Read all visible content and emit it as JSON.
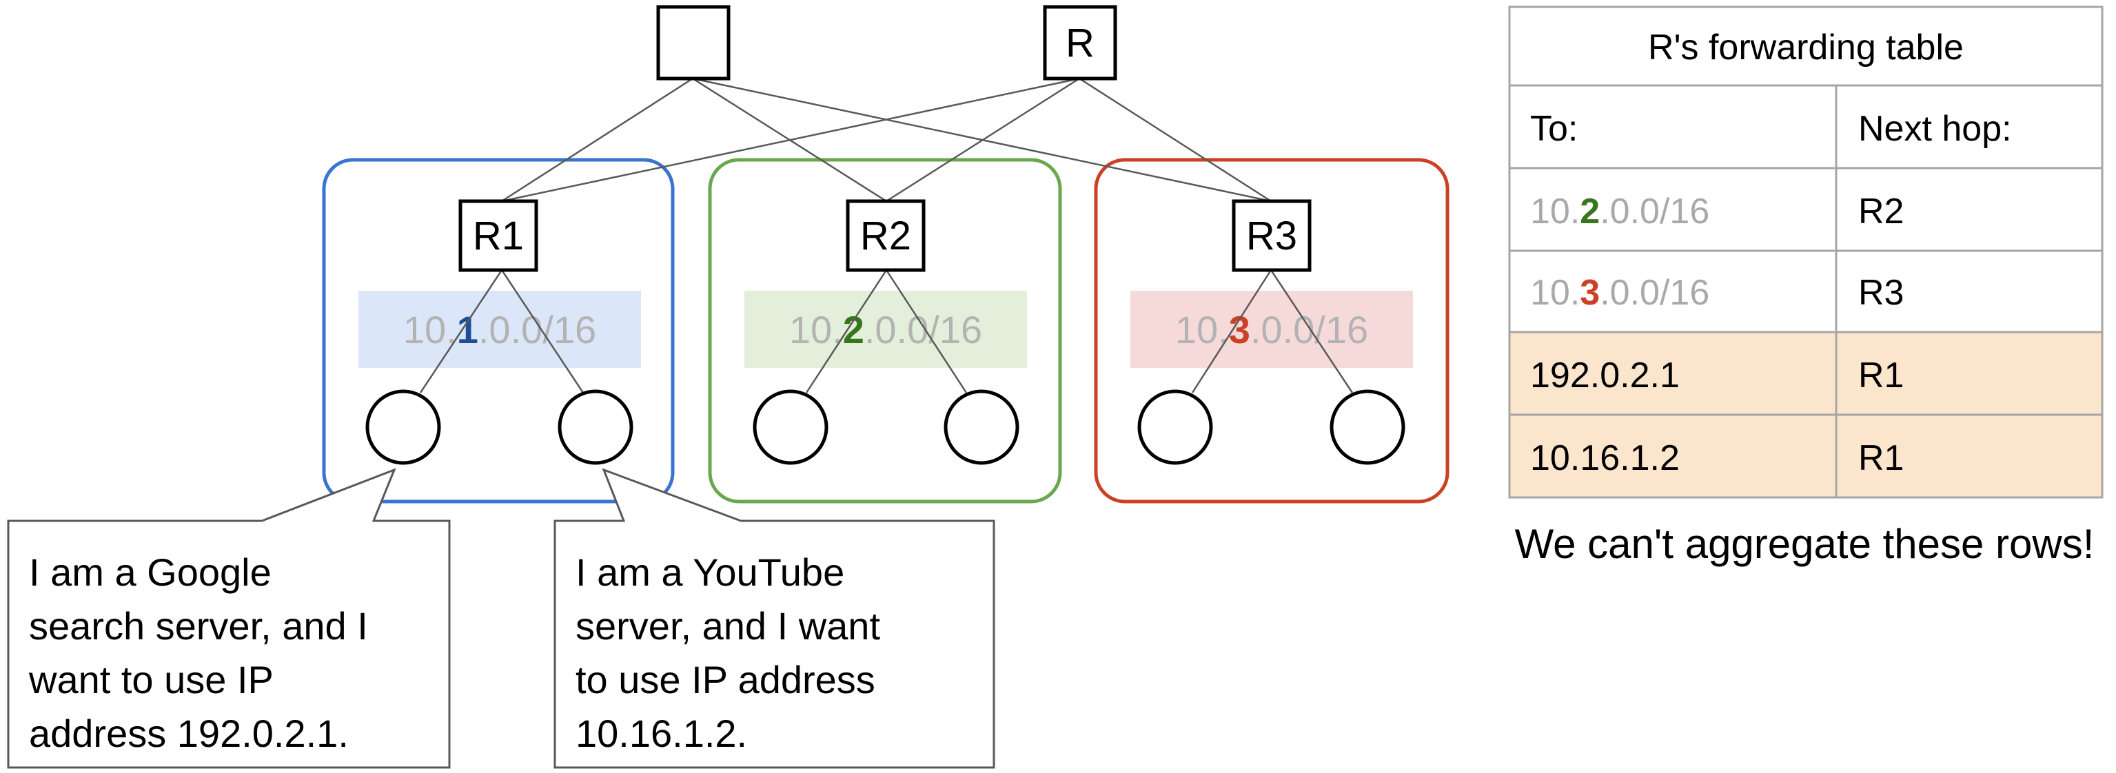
{
  "colors": {
    "blue": "#3a73d1",
    "green": "#6aa84f",
    "red": "#cc4125",
    "blue_fill": "#dbe6f8",
    "green_fill": "#e3efda",
    "red_fill": "#f6dada",
    "blue_digit": "#1f4e96",
    "green_digit": "#38761d",
    "red_digit": "#cc4125",
    "prefix_gray": "#b3b3b3",
    "row_highlight": "#fce5cd",
    "line": "#595959",
    "table_border": "#a6a6a6"
  },
  "top_routers": {
    "left_label": "",
    "right_label": "R"
  },
  "groups": [
    {
      "router": "R1",
      "prefix_pre": "10.",
      "prefix_digit": "1",
      "prefix_post": ".0.0/16"
    },
    {
      "router": "R2",
      "prefix_pre": "10.",
      "prefix_digit": "2",
      "prefix_post": ".0.0/16"
    },
    {
      "router": "R3",
      "prefix_pre": "10.",
      "prefix_digit": "3",
      "prefix_post": ".0.0/16"
    }
  ],
  "callouts": [
    {
      "lines": [
        "I am a Google",
        "search server, and I",
        "want to use IP",
        "address 192.0.2.1."
      ]
    },
    {
      "lines": [
        "I am a YouTube",
        "server, and I want",
        "to use IP address",
        "10.16.1.2."
      ]
    }
  ],
  "table": {
    "title": "R's forwarding table",
    "header_to": "To:",
    "header_next": "Next hop:",
    "rows": [
      {
        "to_pre": "10.",
        "to_digit": "2",
        "to_post": ".0.0/16",
        "next": "R2"
      },
      {
        "to_pre": "10.",
        "to_digit": "3",
        "to_post": ".0.0/16",
        "next": "R3"
      },
      {
        "to_full": "192.0.2.1",
        "next": "R1"
      },
      {
        "to_full": "10.16.1.2",
        "next": "R1"
      }
    ]
  },
  "note": "We can't aggregate these rows!"
}
